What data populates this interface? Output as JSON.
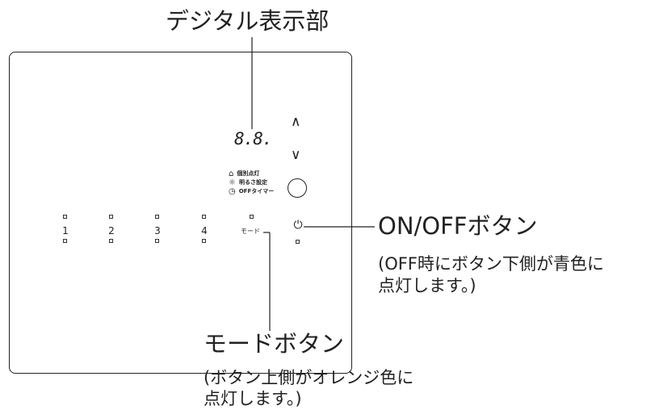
{
  "title": "デジタル表示部",
  "display": {
    "digits": "8.8."
  },
  "arrows": {
    "up": "∧",
    "down": "∨"
  },
  "indicators": [
    {
      "icon": "house-icon",
      "glyph": "⌂",
      "label": "個別点灯"
    },
    {
      "icon": "sun-icon",
      "glyph": "☼",
      "label": "明るさ設定"
    },
    {
      "icon": "clock-icon",
      "glyph": "◷",
      "label": "OFFタイマー"
    }
  ],
  "buttons": [
    "1",
    "2",
    "3",
    "4"
  ],
  "mode_label": "モード",
  "power_glyph": "⏻",
  "callouts": {
    "onoff": {
      "title": "ON/OFFボタン",
      "note1": "(OFF時にボタン下側が青色に",
      "note2": " 点灯します。)"
    },
    "mode": {
      "title": "モードボタン",
      "note1": "(ボタン上側がオレンジ色に",
      "note2": " 点灯します。)"
    }
  }
}
